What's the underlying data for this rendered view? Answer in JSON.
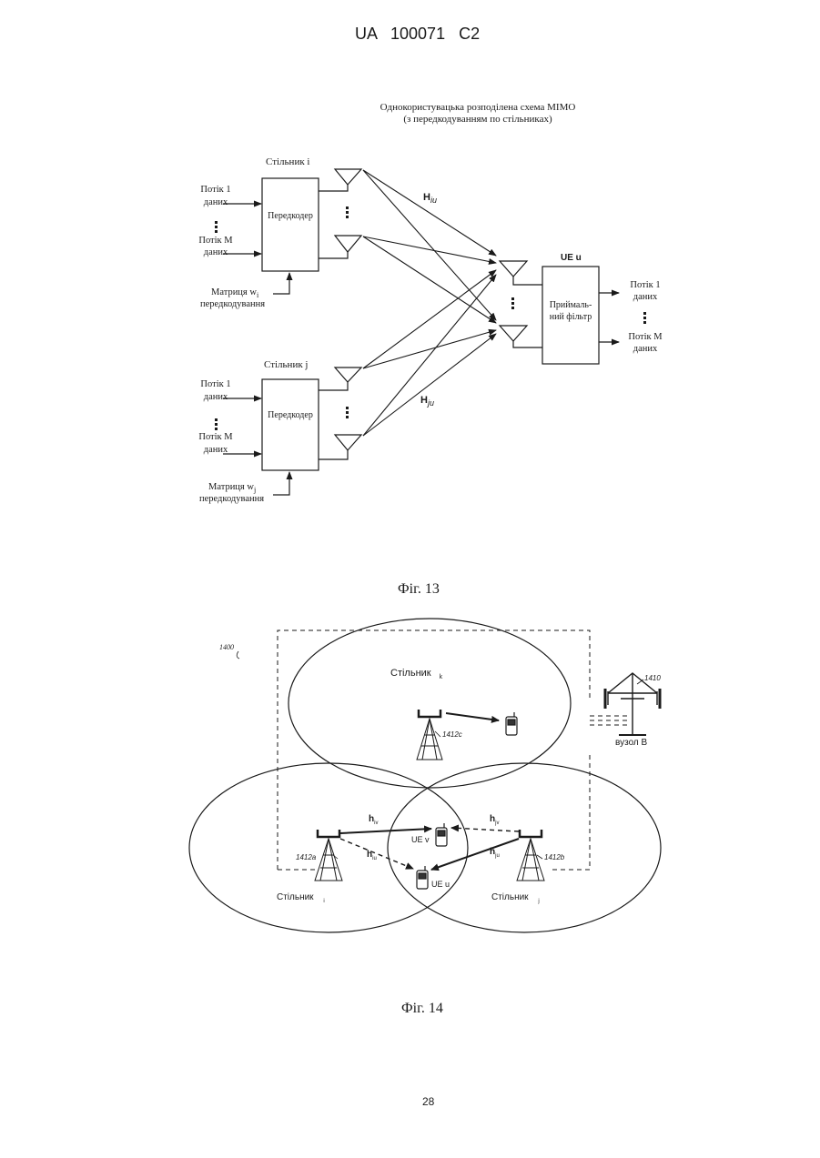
{
  "header": {
    "patent": "UA   100071   C2"
  },
  "fig13": {
    "title_line1": "Однокористувацька розподілена схема МІМО",
    "title_line2": "(з передкодуванням по стільниках)",
    "cell_i": "Стільник і",
    "cell_j": "Стільник j",
    "precoder": "Передкодер",
    "stream1_a": "Потік 1",
    "stream1_b": "даних",
    "streamM_a": "Потік М",
    "streamM_b": "даних",
    "matrix_i_a": "Матриця w",
    "matrix_i_sub": "i",
    "matrix_j_a": "Матриця w",
    "matrix_j_sub": "j",
    "matrix_b": "передкодування",
    "h_i_main": "H",
    "h_i_sub": "iu",
    "h_j_main": "H",
    "h_j_sub": "ju",
    "ue_label": "UE u",
    "receiver_a": "Приймаль-",
    "receiver_b": "ний фільтр",
    "out1_a": "Потік 1",
    "out1_b": "даних",
    "outM_a": "Потік М",
    "outM_b": "даних",
    "caption": "Фіг. 13"
  },
  "fig14": {
    "ref_1400": "1400",
    "cell_k": "Стільник",
    "cell_k_sub": "k",
    "cell_i": "Стільник",
    "cell_i_sub": "i",
    "cell_j": "Стільник",
    "cell_j_sub": "j",
    "ref_1410": "1410",
    "node_b": "вузол В",
    "ref_1412a": "1412a",
    "ref_1412b": "1412b",
    "ref_1412c": "1412c",
    "h_iv": "h",
    "h_iv_sub": "iv",
    "h_iu": "h",
    "h_iu_sub": "iu",
    "h_jv": "h",
    "h_jv_sub": "jv",
    "h_ju": "h",
    "h_ju_sub": "ju",
    "ue_v": "UE v",
    "ue_u": "UE u",
    "caption": "Фіг. 14"
  },
  "footer": {
    "page_number": "28"
  }
}
